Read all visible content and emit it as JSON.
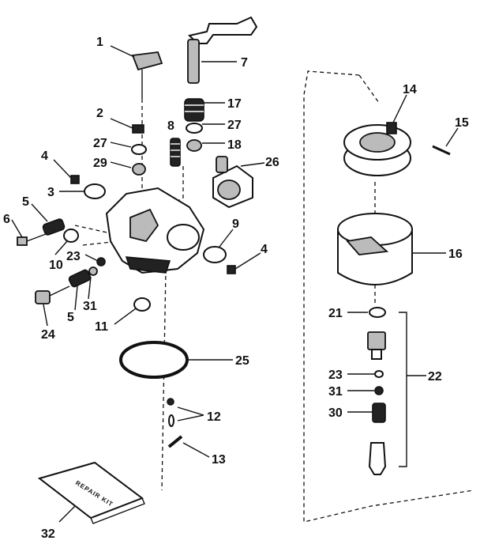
{
  "labels": {
    "p1": "1",
    "p2": "2",
    "p3": "3",
    "p4a": "4",
    "p4b": "4",
    "p5a": "5",
    "p5b": "5",
    "p6": "6",
    "p7": "7",
    "p8": "8",
    "p9": "9",
    "p10": "10",
    "p11": "11",
    "p12": "12",
    "p13": "13",
    "p14": "14",
    "p15": "15",
    "p16": "16",
    "p17": "17",
    "p18": "18",
    "p21": "21",
    "p22": "22",
    "p23a": "23",
    "p23b": "23",
    "p24": "24",
    "p25": "25",
    "p26": "26",
    "p27a": "27",
    "p27b": "27",
    "p29": "29",
    "p30": "30",
    "p31a": "31",
    "p31b": "31",
    "p32": "32"
  },
  "repair_kit_text": "REPAIR KIT"
}
